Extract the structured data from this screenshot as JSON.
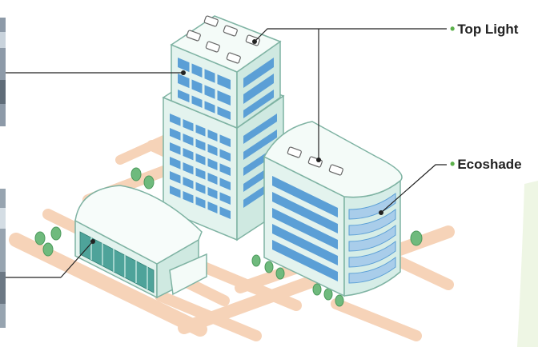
{
  "callouts": {
    "top_light": "Top Light",
    "ecoshade": "Ecoshade"
  },
  "colors": {
    "bullet": "#5bb04a",
    "road": "#f6d3b8",
    "glass": "#5b9fd6",
    "building_fill": "#eaf6f2",
    "building_stroke": "#7fb3a3",
    "tree": "#6fba7d",
    "leader_line": "#222222",
    "side_band": "#eef6e4"
  },
  "icons": [
    "tree-icon",
    "skylight-icon",
    "photo-thumbnail"
  ]
}
